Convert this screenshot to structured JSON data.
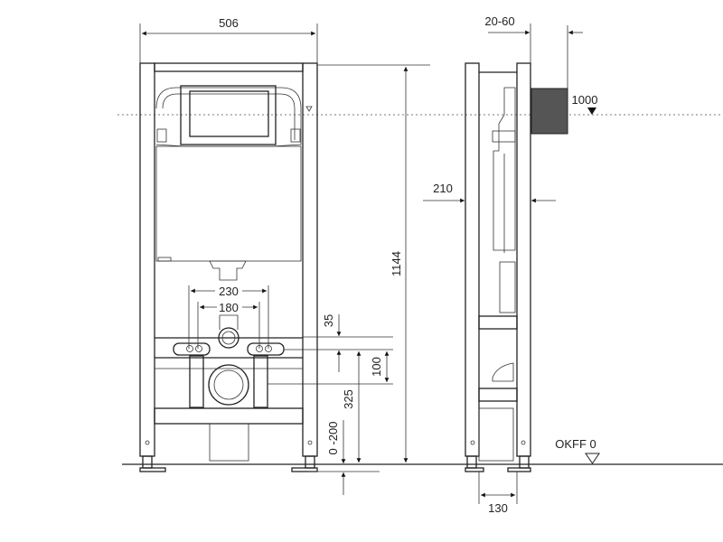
{
  "drawing": {
    "front_view": {
      "width_label": "506",
      "height_label": "1144",
      "outer_spacing_label": "230",
      "inner_spacing_label": "180",
      "offset_label": "35",
      "drain_offset_label": "100",
      "drain_height_label": "325",
      "foot_adjust_label": "0 -200"
    },
    "side_view": {
      "wall_depth_label": "20-60",
      "actuator_height_label": "1000",
      "frame_depth_label": "210",
      "foot_depth_label": "130",
      "floor_label": "OKFF 0"
    },
    "colors": {
      "line": "#222222",
      "background": "#ffffff"
    }
  }
}
